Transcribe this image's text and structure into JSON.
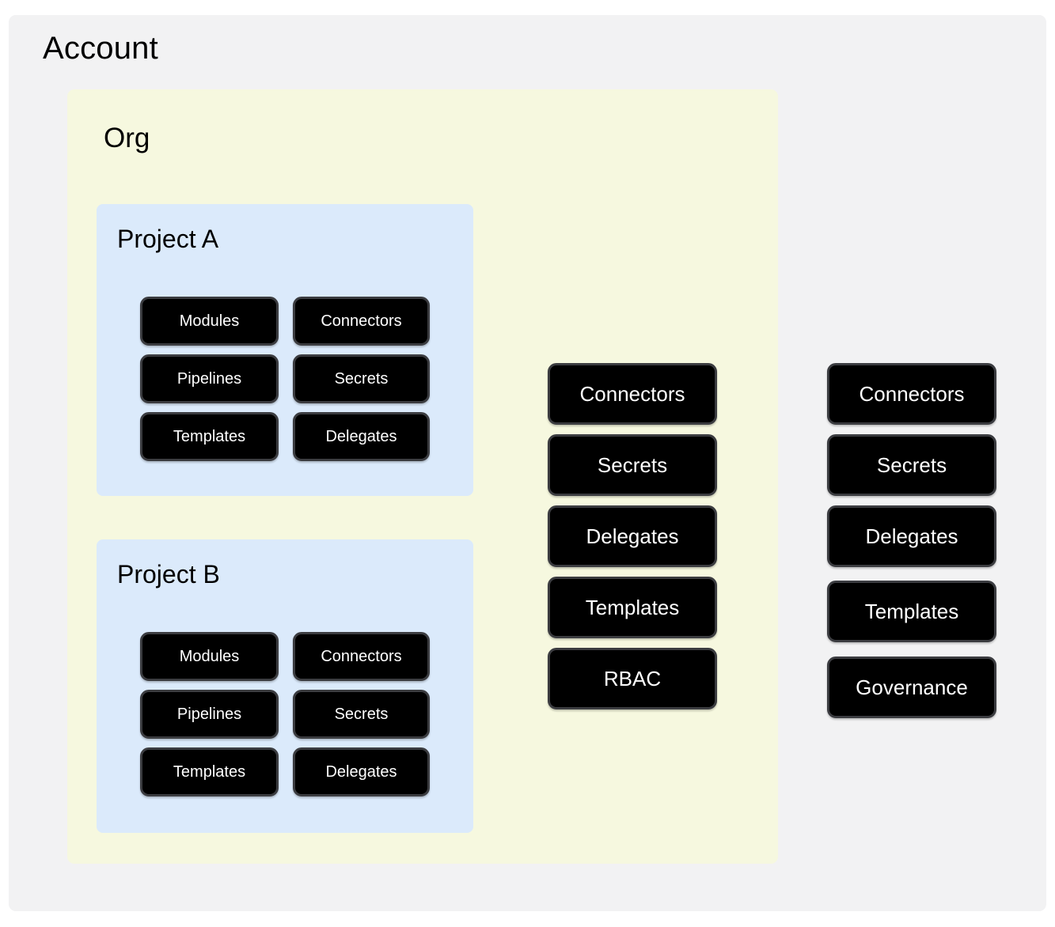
{
  "diagram": {
    "title": "Account",
    "colors": {
      "page_background": "#ffffff",
      "account_panel": "#f2f2f3",
      "org_panel": "#f6f8df",
      "project_panel": "#dbeafb",
      "chip_fill": "#000000",
      "chip_border": "#3b3c40",
      "chip_text": "#ffffff"
    },
    "account": {
      "label": "Account",
      "scope_resources": [
        "Connectors",
        "Secrets",
        "Delegates",
        "Templates",
        "Governance"
      ]
    },
    "org": {
      "label": "Org",
      "scope_resources": [
        "Connectors",
        "Secrets",
        "Delegates",
        "Templates",
        "RBAC"
      ]
    },
    "projects": [
      {
        "label": "Project A",
        "resources": [
          "Modules",
          "Connectors",
          "Pipelines",
          "Secrets",
          "Templates",
          "Delegates"
        ]
      },
      {
        "label": "Project B",
        "resources": [
          "Modules",
          "Connectors",
          "Pipelines",
          "Secrets",
          "Templates",
          "Delegates"
        ]
      }
    ]
  }
}
